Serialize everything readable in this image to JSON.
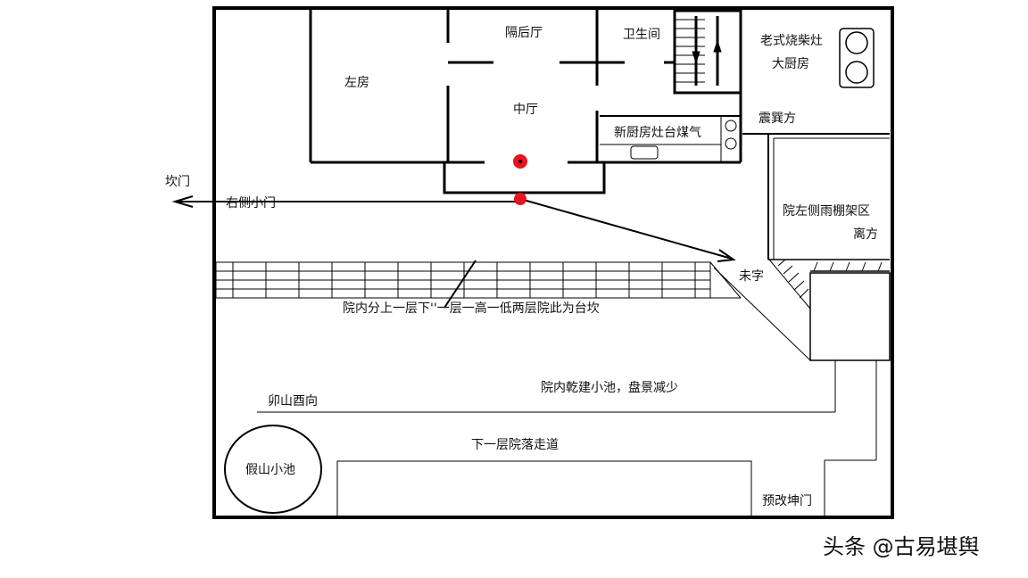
{
  "labels": {
    "left_room": "左房",
    "back_hall": "隔后厅",
    "bathroom": "卫生间",
    "middle_hall": "中厅",
    "new_kitchen": "新厨房灶台煤气",
    "old_stove": "老式烧柴灶",
    "big_kitchen": "大厨房",
    "zhen_xun": "震巽方",
    "kan_gate": "坎门",
    "right_side_gate": "右侧小门",
    "rain_shed": "院左侧雨棚架区",
    "li_direction": "离方",
    "wei_zi": "未字",
    "courtyard_levels": "院内分上一层下''一层一高一低两层院此为台坎",
    "dry_pool": "院内乾建小池，盘景减少",
    "mao_shan": "卯山酉向",
    "lower_walkway": "下一层院落走道",
    "rockery_pool": "假山小池",
    "planned_kun_gate": "预改坤门"
  },
  "watermark": "头条 @古易堪舆",
  "colors": {
    "wall": "#000000",
    "line": "#1a1a1a",
    "marker": "#e8141e",
    "background": "#ffffff"
  }
}
